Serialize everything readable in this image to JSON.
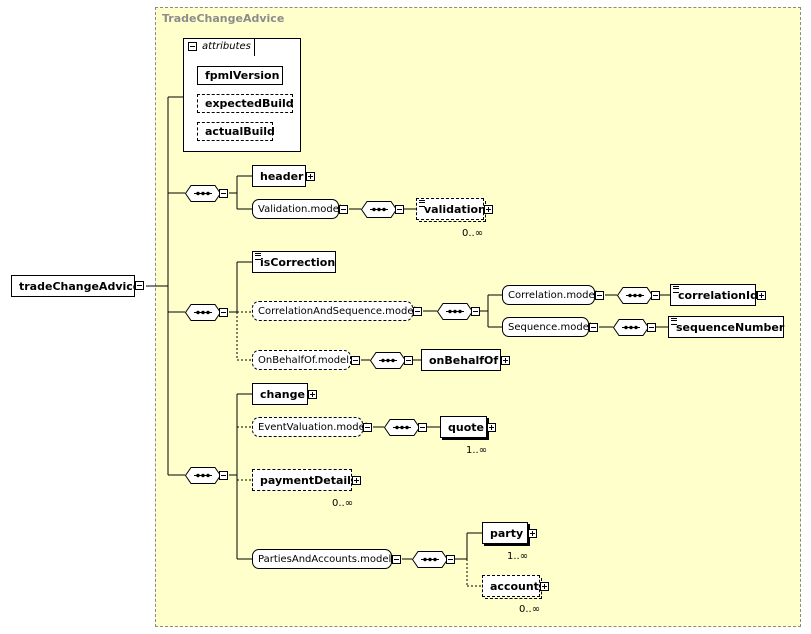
{
  "frame_title": "TradeChangeAdvice",
  "attributes_label": "attributes",
  "attributes": [
    "fpmlVersion",
    "expectedBuild",
    "actualBuild"
  ],
  "root": "tradeChangeAdvice",
  "elements": {
    "header": "header",
    "validation_model": "Validation.model",
    "validation": "validation",
    "validation_card": "0..∞",
    "is_correction": "isCorrection",
    "correlation_and_sequence_model": "CorrelationAndSequence.model",
    "correlation_model": "Correlation.model",
    "correlation_id": "correlationId",
    "sequence_model": "Sequence.model",
    "sequence_number": "sequenceNumber",
    "on_behalf_of_model": "OnBehalfOf.model",
    "on_behalf_of": "onBehalfOf",
    "change": "change",
    "event_valuation_model": "EventValuation.model",
    "quote": "quote",
    "quote_card": "1..∞",
    "payment_details": "paymentDetails",
    "payment_details_card": "0..∞",
    "parties_and_accounts_model": "PartiesAndAccounts.model",
    "party": "party",
    "party_card": "1..∞",
    "account": "account",
    "account_card": "0..∞"
  }
}
